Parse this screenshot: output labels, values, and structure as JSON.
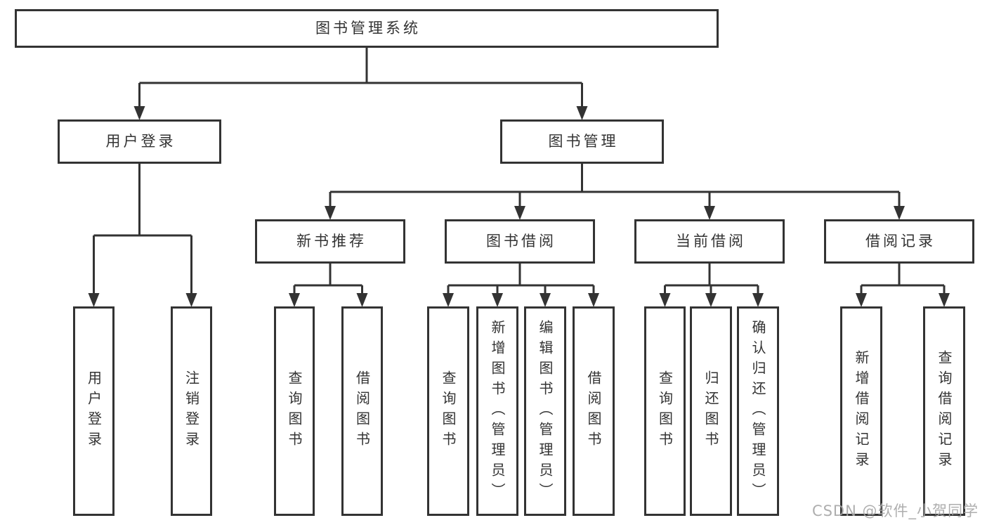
{
  "diagram": {
    "root": {
      "label": "图书管理系统"
    },
    "level2": [
      {
        "id": "user-login",
        "label": "用户登录"
      },
      {
        "id": "book-management",
        "label": "图书管理"
      }
    ],
    "level3": [
      {
        "id": "new-book-recommend",
        "label": "新书推荐"
      },
      {
        "id": "book-borrow",
        "label": "图书借阅"
      },
      {
        "id": "current-borrow",
        "label": "当前借阅"
      },
      {
        "id": "borrow-records",
        "label": "借阅记录"
      }
    ],
    "leaves": {
      "user_login": [
        "用户登录",
        "注销登录"
      ],
      "new_book_recommend": [
        "查询图书",
        "借阅图书"
      ],
      "book_borrow": [
        "查询图书",
        "新增图书（管理员）",
        "编辑图书（管理员）",
        "借阅图书"
      ],
      "current_borrow": [
        "查询图书",
        "归还图书",
        "确认归还（管理员）"
      ],
      "borrow_records": [
        "新增借阅记录",
        "查询借阅记录"
      ]
    }
  },
  "watermark": {
    "text": "CSDN @软件_小贺同学"
  },
  "colors": {
    "line": "#333333",
    "box_border": "#333333",
    "text": "#333333",
    "watermark": "#a5a5a5",
    "background": "#ffffff"
  }
}
